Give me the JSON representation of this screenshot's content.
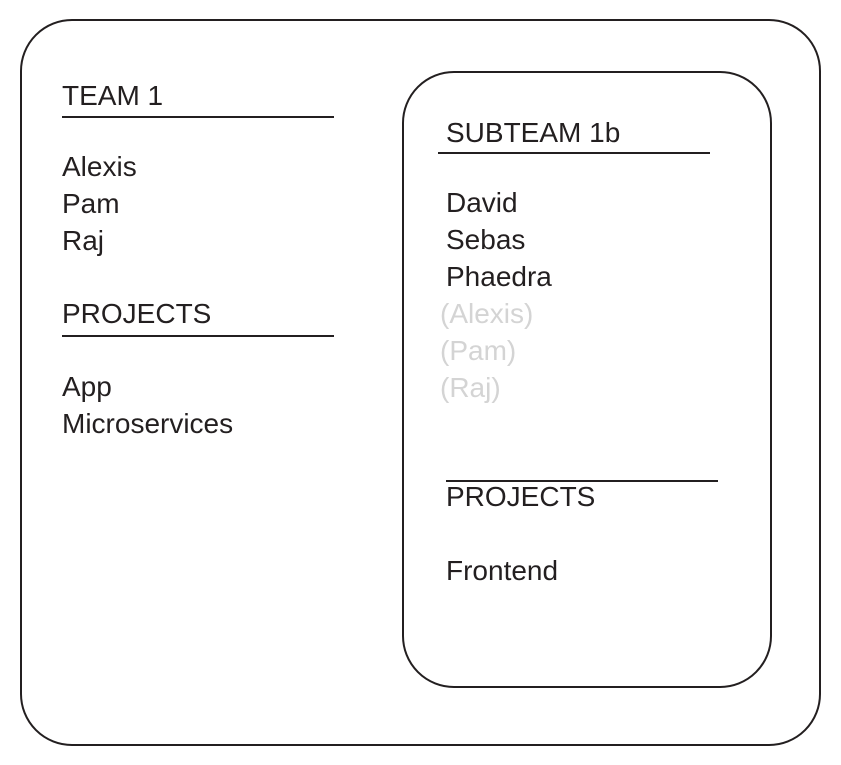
{
  "team": {
    "title": "TEAM 1",
    "members": [
      "Alexis",
      "Pam",
      "Raj"
    ],
    "projects_title": "PROJECTS",
    "projects": [
      "App",
      "Microservices"
    ]
  },
  "subteam": {
    "title": "SUBTEAM 1b",
    "members": [
      "David",
      "Sebas",
      "Phaedra"
    ],
    "inherited_members": [
      "(Alexis)",
      "(Pam)",
      "(Raj)"
    ],
    "projects_title": "PROJECTS",
    "projects": [
      "Frontend"
    ]
  },
  "colors": {
    "stroke": "#231f20",
    "inherited_text": "#d4d4d4"
  }
}
